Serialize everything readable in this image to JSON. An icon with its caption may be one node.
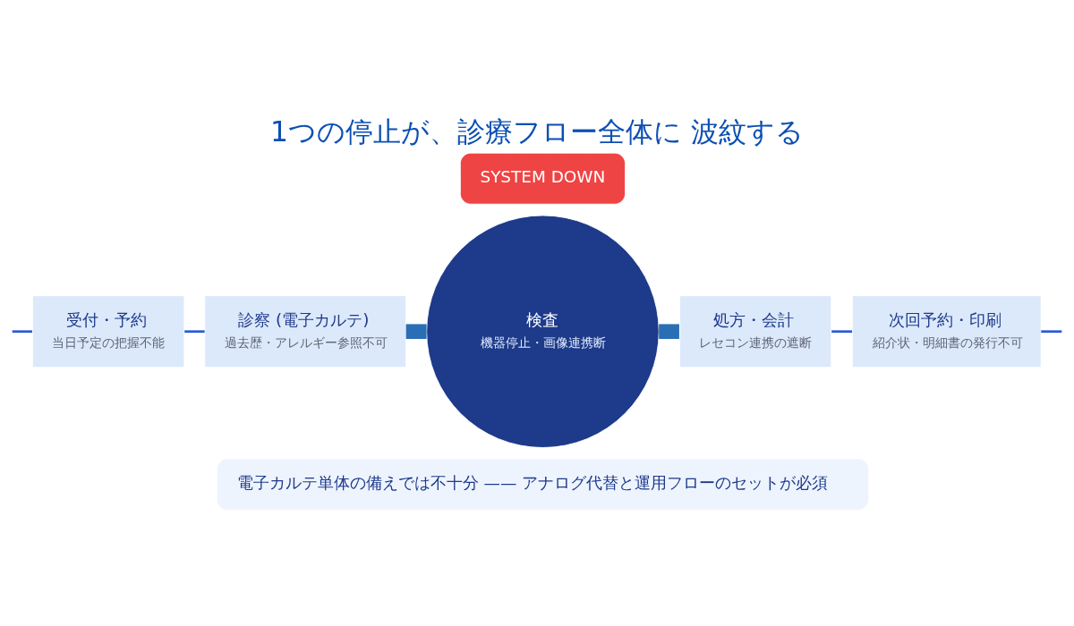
{
  "diagram": {
    "title": "1つの停止が、診療フロー全体に 波紋する",
    "nodes": [
      {
        "text": [
          "受付・予約",
          "当日予定の把握不能"
        ]
      },
      {
        "text": [
          "診察 (電子カルテ)",
          "過去歴・アレルギー参照不可"
        ]
      },
      {
        "text": [
          "検査",
          "機器停止・画像連携断"
        ]
      },
      {
        "text": [
          "処方・会計",
          "レセコン連携の遮断"
        ]
      },
      {
        "text": [
          "次回予約・印刷",
          "紹介状・明細書の発行不可"
        ]
      },
      {
        "text": [
          "SYSTEM DOWN"
        ]
      },
      {
        "text": [
          "電子カルテ単体の備えでは不十分 —— アナログ代替と運用フローのセットが必須"
        ]
      }
    ],
    "edges": [
      {
        "from": null,
        "to": 0,
        "arrow": "none"
      },
      {
        "from": 0,
        "to": 1,
        "arrow": "none"
      },
      {
        "from": 1,
        "to": 2,
        "arrow": "none",
        "style": "thick",
        "color": "#2a6fb5"
      },
      {
        "from": 2,
        "to": 3,
        "arrow": "none",
        "style": "thick",
        "color": "#2a6fb5"
      },
      {
        "from": 3,
        "to": 4,
        "arrow": "none"
      },
      {
        "from": 4,
        "to": null,
        "arrow": "none"
      }
    ]
  }
}
